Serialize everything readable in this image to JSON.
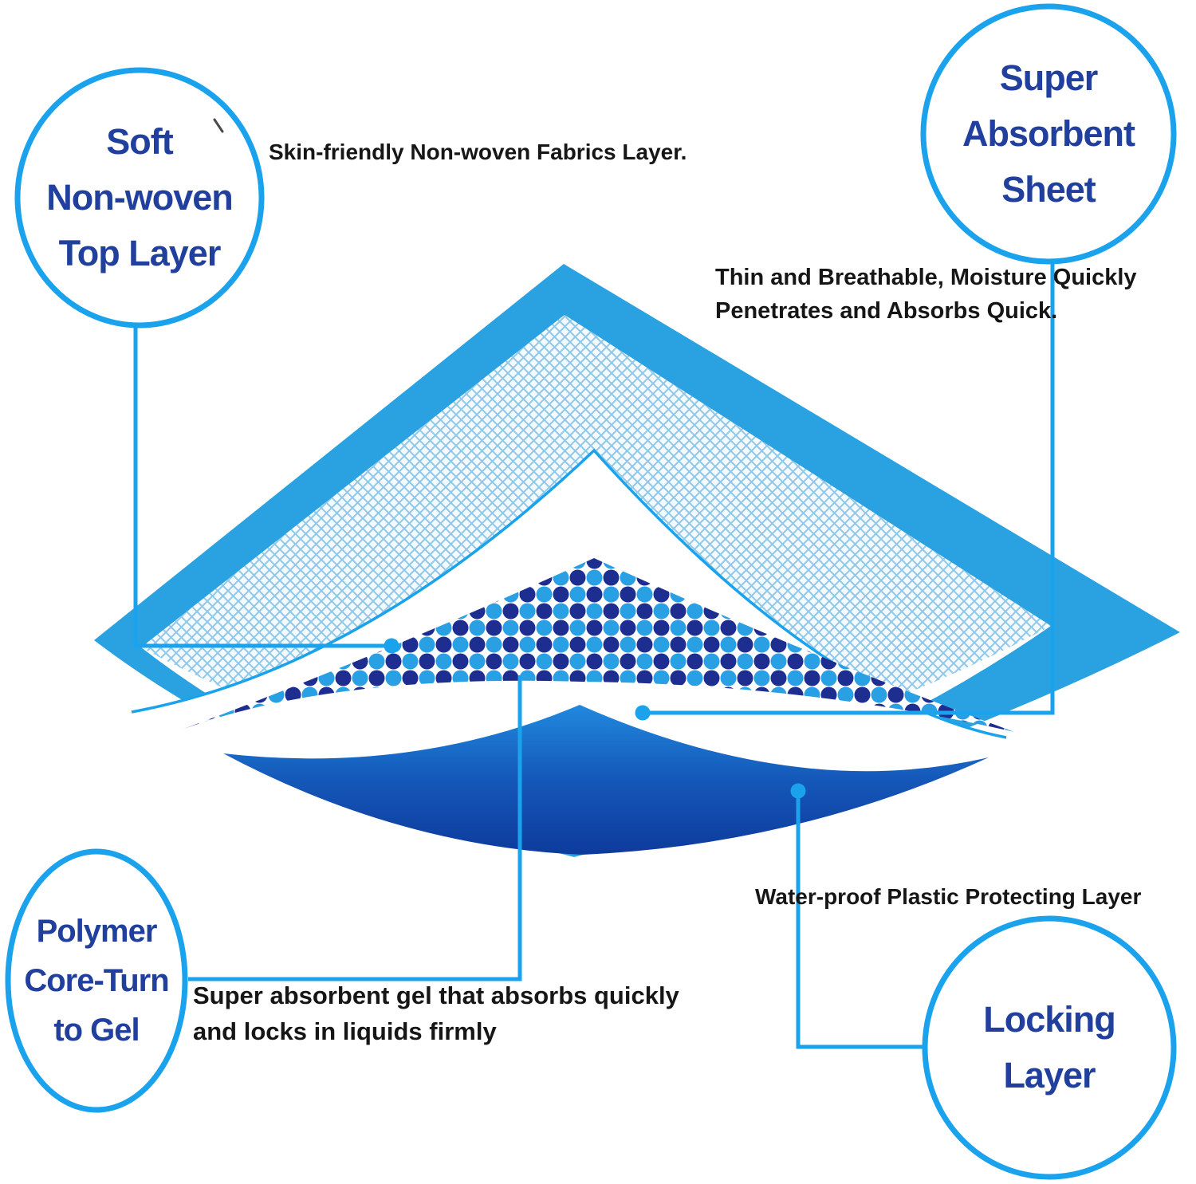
{
  "title": "Absorbent pad layer structure diagram",
  "colors": {
    "accent": "#1aa3ec",
    "sheet": "#2aa2e2",
    "navy": "#21409e",
    "ink": "#161616",
    "mesh_bg": "#f4fafd",
    "mesh_line": "#8fc8ea",
    "dot_navy": "#1d2d90",
    "dot_cyan": "#2aa0e4",
    "dark_top": "#2089dd",
    "dark_mid": "#1457b8",
    "dark_bottom": "#0d3a9b",
    "white": "#ffffff",
    "tick": "#4a4a4a"
  },
  "callouts": {
    "top_left": {
      "label": "Soft\nNon-woven\nTop Layer"
    },
    "top_right": {
      "label": "Super\nAbsorbent\nSheet"
    },
    "bottom_left": {
      "label": "Polymer\nCore-Turn\nto Gel"
    },
    "bottom_right": {
      "label": "Locking\nLayer"
    }
  },
  "annotations": {
    "top": "Skin-friendly Non-woven Fabrics Layer.",
    "right": "Thin and Breathable, Moisture Quickly\nPenetrates and Absorbs Quick.",
    "waterproof": "Water-proof Plastic Protecting Layer",
    "gel": "Super absorbent gel that absorbs quickly\nand locks in liquids firmly"
  }
}
